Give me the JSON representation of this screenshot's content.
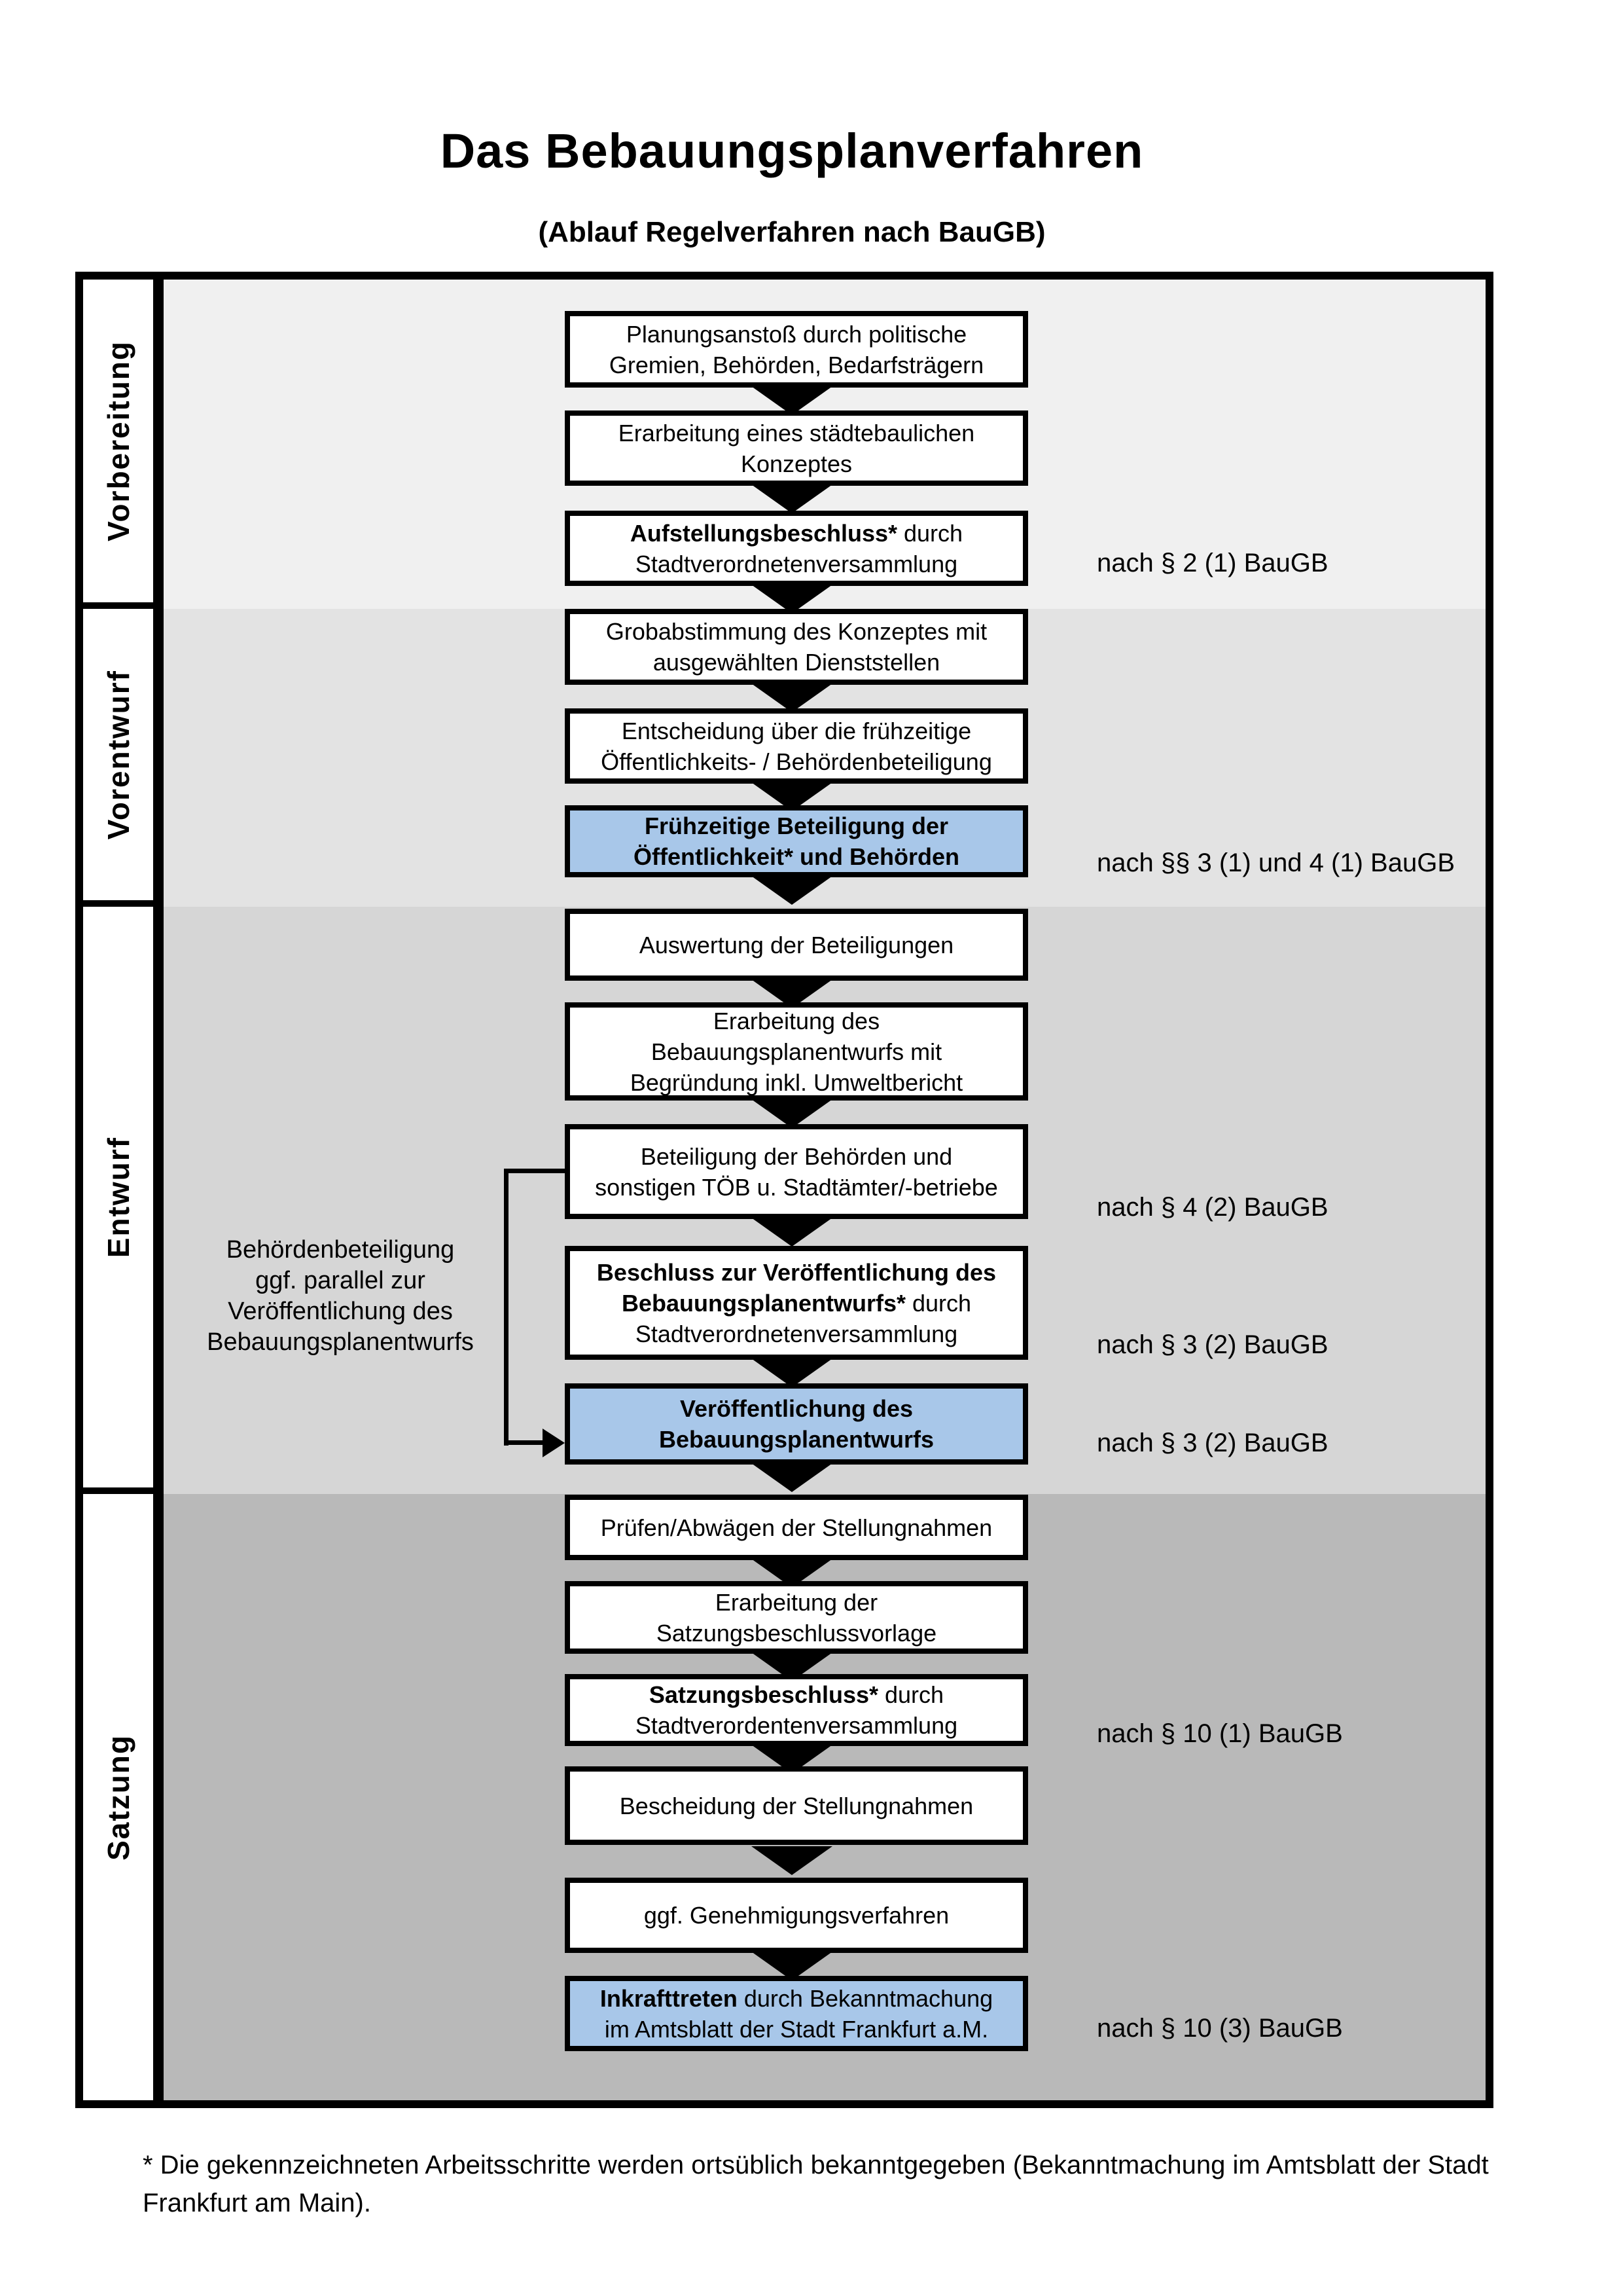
{
  "title": "Das Bebauungsplanverfahren",
  "subtitle": "(Ablauf Regelverfahren nach BauGB)",
  "sections": [
    {
      "label": "Vorbereitung"
    },
    {
      "label": "Vorentwurf"
    },
    {
      "label": "Entwurf"
    },
    {
      "label": "Satzung"
    }
  ],
  "boxes": [
    {
      "bold": "",
      "rest": "Planungsanstoß durch politische\nGremien, Behörden, Bedarfsträgern"
    },
    {
      "bold": "",
      "rest": "Erarbeitung eines städtebaulichen\nKonzeptes"
    },
    {
      "bold": "Aufstellungsbeschluss*",
      "rest": " durch\nStadtverordnetenversammlung"
    },
    {
      "bold": "",
      "rest": "Grobabstimmung des Konzeptes mit\nausgewählten Dienststellen"
    },
    {
      "bold": "",
      "rest": "Entscheidung über die frühzeitige\nÖffentlichkeits- / Behördenbeteiligung"
    },
    {
      "bold": "Frühzeitige Beteiligung der\nÖffentlichkeit* und Behörden",
      "rest": ""
    },
    {
      "bold": "",
      "rest": "Auswertung der Beteiligungen"
    },
    {
      "bold": "",
      "rest": "Erarbeitung des\nBebauungsplanentwurfs mit\nBegründung inkl. Umweltbericht"
    },
    {
      "bold": "",
      "rest": "Beteiligung der Behörden und\nsonstigen TÖB u. Stadtämter/-betriebe"
    },
    {
      "bold": "Beschluss zur Veröffentlichung des\nBebauungsplanentwurfs*",
      "rest": " durch\nStadtverordnetenversammlung"
    },
    {
      "bold": "Veröffentlichung des\nBebauungsplanentwurfs",
      "rest": ""
    },
    {
      "bold": "",
      "rest": "Prüfen/Abwägen der Stellungnahmen"
    },
    {
      "bold": "",
      "rest": "Erarbeitung der\nSatzungsbeschlussvorlage"
    },
    {
      "bold": "Satzungsbeschluss*",
      "rest": " durch\nStadtverordentenversammlung"
    },
    {
      "bold": "",
      "rest": "Bescheidung der Stellungnahmen"
    },
    {
      "bold": "",
      "rest": "ggf. Genehmigungsverfahren"
    },
    {
      "bold": "Inkrafttreten",
      "rest": " durch Bekanntmachung\nim Amtsblatt der Stadt Frankfurt a.M."
    }
  ],
  "annotations": [
    {
      "text": "nach § 2 (1) BauGB"
    },
    {
      "text": "nach §§ 3 (1) und 4 (1) BauGB"
    },
    {
      "text": "nach § 4 (2) BauGB"
    },
    {
      "text": "nach § 3 (2) BauGB"
    },
    {
      "text": "nach § 3 (2) BauGB"
    },
    {
      "text": "nach § 10 (1) BauGB"
    },
    {
      "text": "nach § 10 (3) BauGB"
    }
  ],
  "side_note": "Behördenbeteiligung\nggf. parallel zur\nVeröffentlichung des\nBebauungsplanentwurfs",
  "footnote": "* Die gekennzeichneten Arbeitsschritte werden ortsüblich bekanntgegeben (Bekanntmachung im Amtsblatt der Stadt\nFrankfurt am Main).",
  "colors": {
    "band_vorbereitung": "#F0F0F0",
    "band_vorentwurf": "#E3E3E3",
    "band_entwurf": "#D6D6D6",
    "band_satzung": "#B9B9B9",
    "highlight_box": "#A8C7E9"
  }
}
